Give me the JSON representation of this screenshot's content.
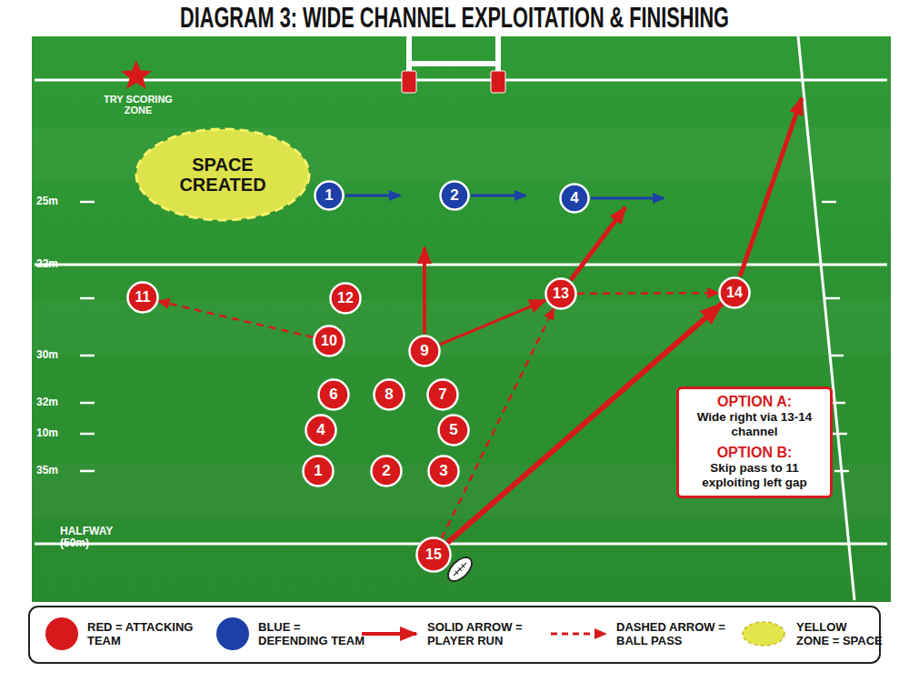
{
  "diagram": {
    "title": "DIAGRAM 3: WIDE CHANNEL EXPLOITATION & FINISHING",
    "nodes": [
      {
        "text": [
          "SPACE CREATED"
        ]
      },
      {
        "text": [
          "1"
        ]
      },
      {
        "text": [
          "2"
        ]
      },
      {
        "text": [
          "4"
        ]
      },
      {
        "text": [
          "11"
        ]
      },
      {
        "text": [
          "12"
        ]
      },
      {
        "text": [
          "13"
        ]
      },
      {
        "text": [
          "14"
        ]
      },
      {
        "text": [
          "10"
        ]
      },
      {
        "text": [
          "9"
        ]
      },
      {
        "text": [
          "6"
        ]
      },
      {
        "text": [
          "8"
        ]
      },
      {
        "text": [
          "7"
        ]
      },
      {
        "text": [
          "4"
        ]
      },
      {
        "text": [
          "5"
        ]
      },
      {
        "text": [
          "1"
        ]
      },
      {
        "text": [
          "2"
        ]
      },
      {
        "text": [
          "3"
        ]
      },
      {
        "text": [
          "OPTION A:",
          "Wide right via 13-14 channel",
          "OPTION B:",
          "Skip pass to 11 exploiting left gap"
        ]
      },
      {
        "text": [
          "15"
        ]
      }
    ],
    "edges": [
      {
        "from": 8,
        "to": 4,
        "arrow": "to"
      },
      {
        "from": 9,
        "to": 6,
        "arrow": "to"
      },
      {
        "from": 19,
        "to": 6,
        "arrow": "to"
      },
      {
        "from": 19,
        "to": 7,
        "arrow": "to"
      },
      {
        "from": 6,
        "to": 7,
        "arrow": "to"
      }
    ],
    "labels": [
      "TRY SCORING ZONE",
      "25m",
      "22m",
      "30m",
      "32m",
      "10m",
      "35m",
      "HALFWAY (50m)"
    ],
    "legend": [
      {
        "text": "RED = ATTACKING TEAM",
        "color": "#d7191c"
      },
      {
        "text": "BLUE = DEFENDING TEAM",
        "color": "#1c3fa8"
      },
      {
        "text": "SOLID ARROW = PLAYER RUN"
      },
      {
        "text": "DASHED ARROW = BALL PASS"
      },
      {
        "text": "YELLOW ZONE = SPACE",
        "color": "#e3e64a"
      }
    ]
  }
}
